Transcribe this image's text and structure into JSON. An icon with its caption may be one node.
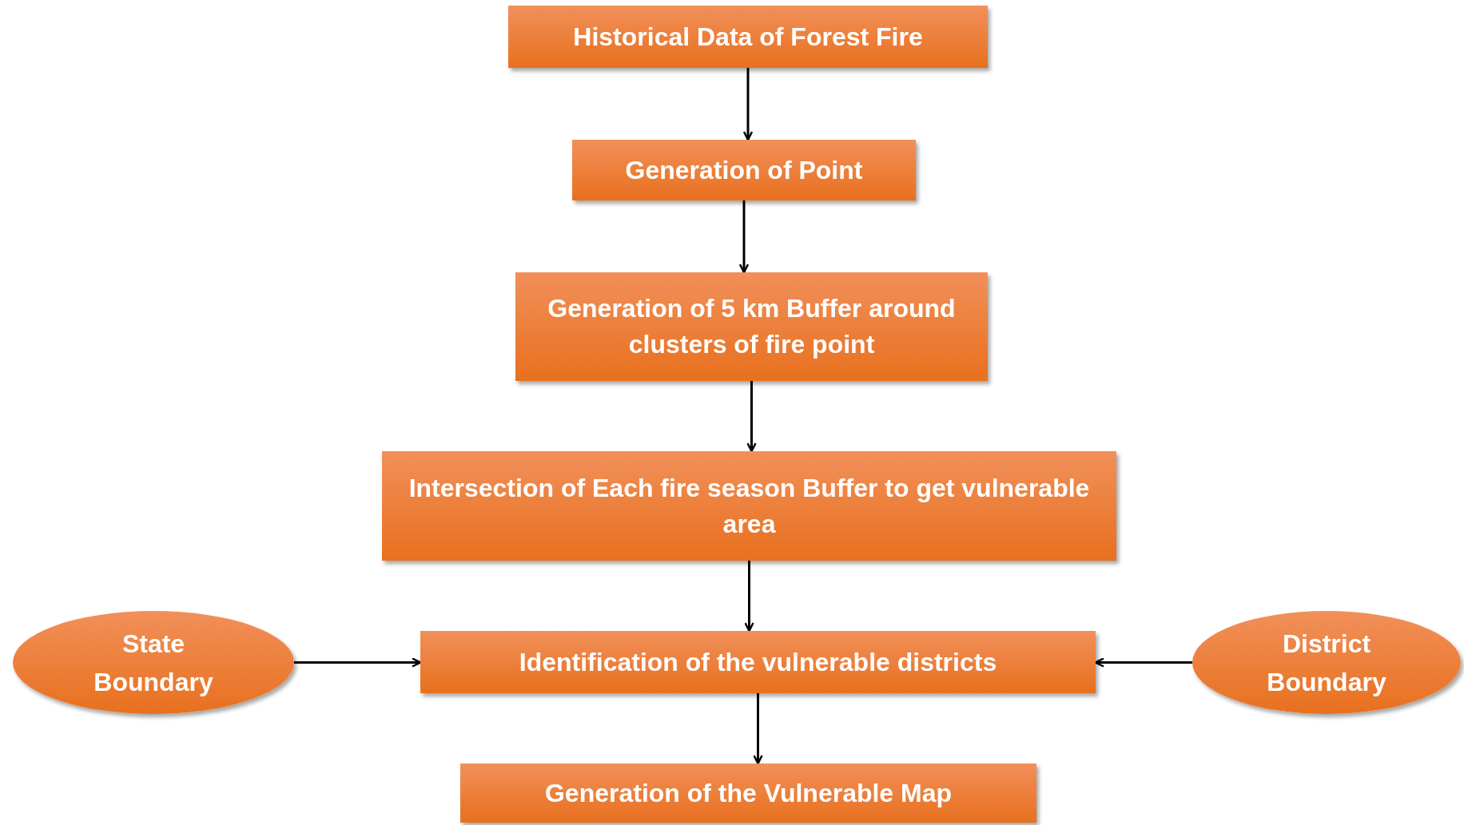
{
  "diagram": {
    "nodes": [
      {
        "text": [
          "Historical Data of Forest Fire"
        ]
      },
      {
        "text": [
          "Generation of Point"
        ]
      },
      {
        "text": [
          "Generation of 5 km Buffer around clusters of fire point"
        ]
      },
      {
        "text": [
          "Intersection of Each fire season Buffer to get vulnerable area"
        ]
      },
      {
        "text": [
          "Identification of the vulnerable districts"
        ]
      },
      {
        "text": [
          "Generation of the Vulnerable Map"
        ]
      },
      {
        "text": [
          "State Boundary"
        ]
      },
      {
        "text": [
          "District Boundary"
        ]
      }
    ],
    "edges": [
      {
        "from": 0,
        "to": 1,
        "arrow": "to"
      },
      {
        "from": 1,
        "to": 2,
        "arrow": "to"
      },
      {
        "from": 2,
        "to": 3,
        "arrow": "to"
      },
      {
        "from": 3,
        "to": 4,
        "arrow": "to"
      },
      {
        "from": 4,
        "to": 5,
        "arrow": "to"
      },
      {
        "from": 6,
        "to": 4,
        "arrow": "to"
      },
      {
        "from": 7,
        "to": 4,
        "arrow": "to"
      }
    ]
  }
}
